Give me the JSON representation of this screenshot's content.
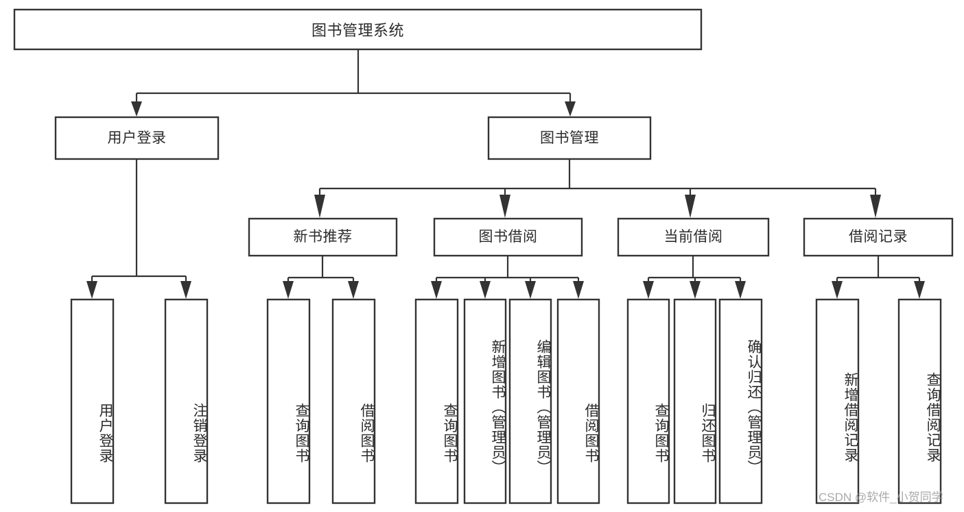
{
  "diagram": {
    "type": "hierarchy-tree",
    "title": "图书管理系统",
    "watermark": "CSDN @软件_小贺同学",
    "colors": {
      "background": "#ffffff",
      "box_fill": "#ffffff",
      "box_stroke": "#333333",
      "text": "#2b2b2b",
      "watermark": "#9b9b9b"
    },
    "nodes": {
      "root": {
        "label": "图书管理系统",
        "level": 1,
        "orientation": "horizontal"
      },
      "l2": [
        {
          "id": "user-login",
          "label": "用户登录",
          "level": 2,
          "orientation": "horizontal"
        },
        {
          "id": "book-manage",
          "label": "图书管理",
          "level": 2,
          "orientation": "horizontal"
        }
      ],
      "l3": [
        {
          "id": "new-book-recommend",
          "label": "新书推荐",
          "level": 3,
          "orientation": "horizontal"
        },
        {
          "id": "book-borrow",
          "label": "图书借阅",
          "level": 3,
          "orientation": "horizontal"
        },
        {
          "id": "current-borrow",
          "label": "当前借阅",
          "level": 3,
          "orientation": "horizontal"
        },
        {
          "id": "borrow-record",
          "label": "借阅记录",
          "level": 3,
          "orientation": "horizontal"
        }
      ],
      "leaves": {
        "user-login": [
          {
            "id": "leaf-user-login",
            "label": "用户登录"
          },
          {
            "id": "leaf-user-logout",
            "label": "注销登录"
          }
        ],
        "new-book-recommend": [
          {
            "id": "leaf-query-book-1",
            "label": "查询图书"
          },
          {
            "id": "leaf-borrow-book-1",
            "label": "借阅图书"
          }
        ],
        "book-borrow": [
          {
            "id": "leaf-query-book-2",
            "label": "查询图书"
          },
          {
            "id": "leaf-add-book",
            "label": "新增图书（管理员）"
          },
          {
            "id": "leaf-edit-book",
            "label": "编辑图书（管理员）"
          },
          {
            "id": "leaf-borrow-book-2",
            "label": "借阅图书"
          }
        ],
        "current-borrow": [
          {
            "id": "leaf-query-book-3",
            "label": "查询图书"
          },
          {
            "id": "leaf-return-book",
            "label": "归还图书"
          },
          {
            "id": "leaf-confirm-return",
            "label": "确认归还（管理员）"
          }
        ],
        "borrow-record": [
          {
            "id": "leaf-add-record",
            "label": "新增借阅记录"
          },
          {
            "id": "leaf-query-record",
            "label": "查询借阅记录"
          }
        ]
      }
    }
  }
}
